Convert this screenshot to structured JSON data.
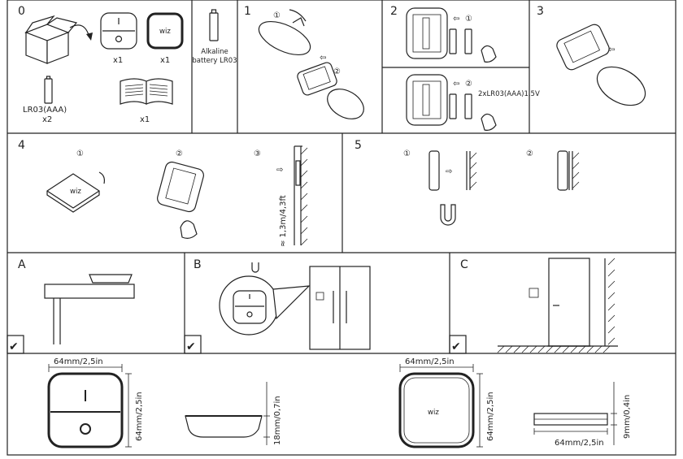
{
  "steps": {
    "s0": "0",
    "s1": "1",
    "s2": "2",
    "s3": "3",
    "s4": "4",
    "s5": "5",
    "sA": "A",
    "sB": "B",
    "sC": "C"
  },
  "sub": {
    "c1": "①",
    "c2": "②",
    "c3": "③"
  },
  "box0": {
    "qty_switch": "x1",
    "qty_sensor": "x1",
    "battery_name": "LR03(AAA)",
    "battery_qty": "x2",
    "manual_qty": "x1",
    "alkaline_line1": "Alkaline",
    "alkaline_line2": "battery LR03"
  },
  "box2": {
    "battery_spec": "2xLR03(AAA)1,5V"
  },
  "box4": {
    "height_label": "≈ 1,3m/4,3ft"
  },
  "logo": {
    "wiz": "wiz"
  },
  "dims": {
    "switch_width": "64mm/2,5in",
    "switch_height": "64mm/2,5in",
    "switch_depth": "18mm/0,7in",
    "sensor_width": "64mm/2,5in",
    "sensor_height": "64mm/2,5in",
    "sensor_depth": "9mm/0,4in",
    "sensor_bottom_width": "64mm/2,5in"
  },
  "checks": {
    "a": "✔",
    "b": "✔",
    "c": "✔"
  }
}
